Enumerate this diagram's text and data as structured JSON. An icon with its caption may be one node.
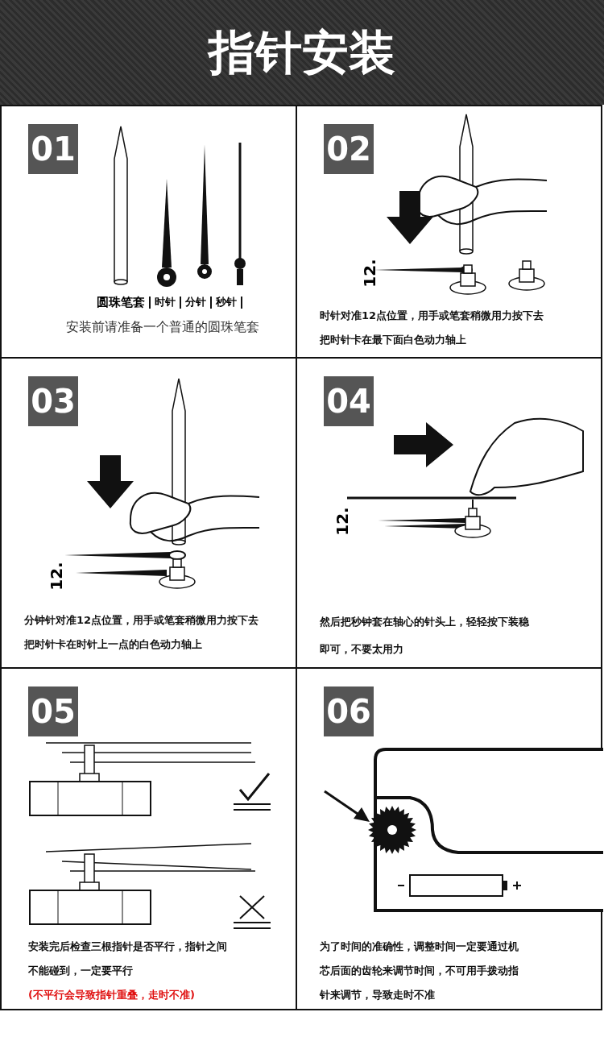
{
  "diagram": {
    "title": "指针安装",
    "nodes": [
      {
        "text": [
          "01",
          "圆珠笔套",
          "时针",
          "分针",
          "秒针",
          "安装前请准备一个普通的圆珠笔套"
        ]
      },
      {
        "text": [
          "02",
          "12.",
          "时针对准12点位置，用手或笔套稍微用力按下去把时针卡在最下面白色动力轴上"
        ]
      },
      {
        "text": [
          "03",
          "12.",
          "分钟针对准12点位置，用手或笔套稍微用力按下去把时针卡在时针上一点的白色动力轴上"
        ]
      },
      {
        "text": [
          "04",
          "12.",
          "然后把秒钟套在轴心的针头上，轻轻按下装稳即可，不要太用力"
        ]
      },
      {
        "text": [
          "05",
          "安装完后检查三根指针是否平行，指针之间不能碰到，一定要平行",
          "(不平行会导致指针重叠，走时不准)"
        ]
      },
      {
        "text": [
          "06",
          "为了时间的准确性，调整时间一定要通过机芯后面的齿轮来调节时间，不可用手拨动指针来调节，导致走时不准"
        ]
      }
    ]
  }
}
